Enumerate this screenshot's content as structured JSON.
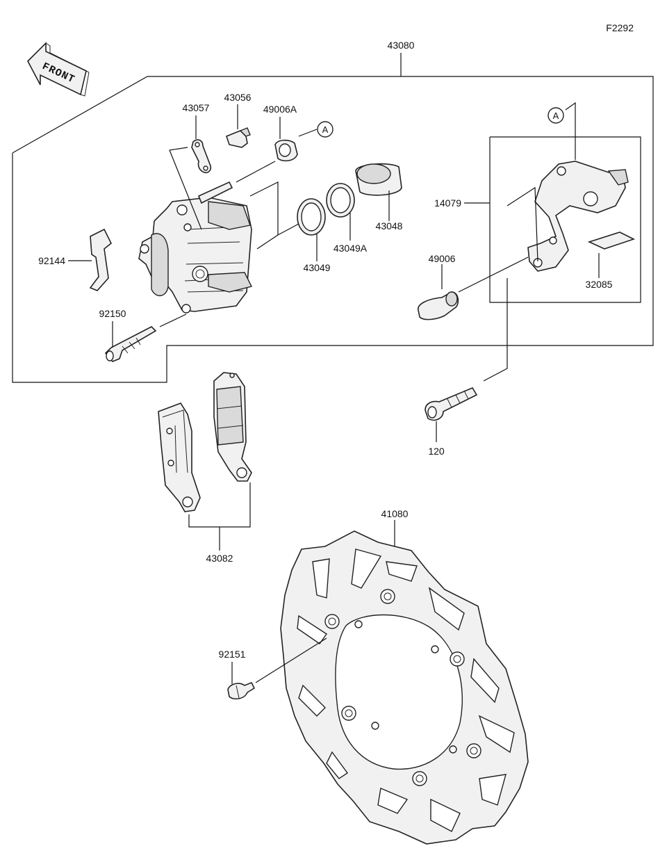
{
  "figure_code": "F2292",
  "front_label": "FRONT",
  "reference_mark": "A",
  "parts": {
    "p43080": "43080",
    "p43057": "43057",
    "p43056": "43056",
    "p49006A": "49006A",
    "p43048": "43048",
    "p43049A": "43049A",
    "p43049": "43049",
    "p92144": "92144",
    "p92150": "92150",
    "p14079": "14079",
    "p49006": "49006",
    "p32085": "32085",
    "p120": "120",
    "p43082": "43082",
    "p41080": "41080",
    "p92151": "92151"
  }
}
